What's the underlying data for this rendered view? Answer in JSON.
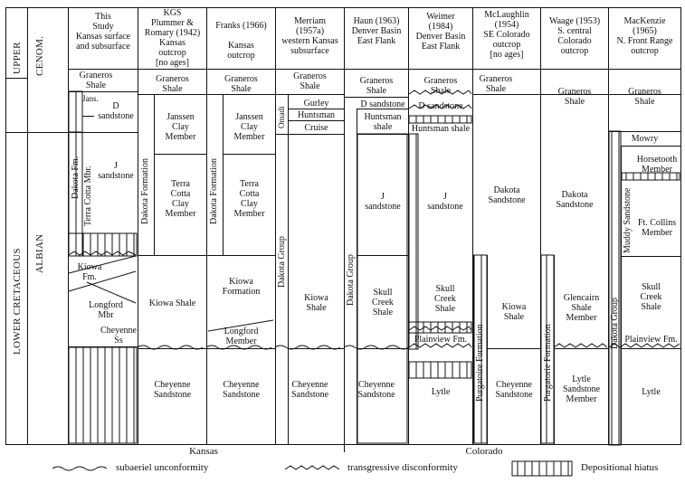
{
  "headers": [
    "This\nStudy\nKansas surface\nand subsurface",
    "KGS\nPlummer &\nRomary (1942)\nKansas\noutcrop\n[no ages]",
    "Franks (1966)\n\nKansas\noutcrop",
    "Merriam\n(1957a)\nwestern Kansas\nsubsurface",
    "Haun (1963)\nDenver Basin\nEast Flank",
    "Weimer\n(1984)\nDenver Basin\nEast Flank",
    "McLaughlin\n(1954)\nSE Colorado\noutcrop\n[no ages]",
    "Waage (1953)\nS. central\nColorado\noutcrop",
    "MacKenzie\n(1965)\nN. Front Range\noutcrop"
  ],
  "age": {
    "upper": "UPPER",
    "cenom": "CENOM.",
    "lower": "LOWER CRETACEOUS",
    "albian": "ALBIAN"
  },
  "units": {
    "c1_graneros": "Graneros\nShale",
    "c1_jans": "Jans.",
    "c1_d": "D\nsandstone",
    "c1_dakota": "Dakota Fm.",
    "c1_terra": "Terra Cotta Mbr.",
    "c1_j": "J\nsandstone",
    "c1_kiowa": "Kiowa\nFm.",
    "c1_longford": "Longford\nMbr",
    "c1_cheyenne": "Cheyenne\nSs",
    "c2_graneros": "Graneros\nShale",
    "c2_dakota": "Dakota Formation",
    "c2_janssen": "Janssen\nClay\nMember",
    "c2_terra": "Terra\nCotta\nClay\nMember",
    "c2_kiowa": "Kiowa Shale",
    "c2_cheyenne": "Cheyenne\nSandstone",
    "c3_graneros": "Graneros\nShale",
    "c3_dakota": "Dakota Formation",
    "c3_janssen": "Janssen\nClay\nMember",
    "c3_terra": "Terra\nCotta\nClay\nMember",
    "c3_kiowa": "Kiowa\nFormation",
    "c3_longford": "Longford\nMember",
    "c3_cheyenne": "Cheyenne\nSandstone",
    "c4_graneros": "Graneros\nShale",
    "c4_omadi": "Omadi",
    "c4_gurley": "Gurley",
    "c4_huntsman": "Huntsman",
    "c4_cruise": "Cruise",
    "c4_group": "Dakota Group",
    "c4_kiowa": "Kiowa\nShale",
    "c4_cheyenne": "Cheyenne\nSandstone",
    "c5_graneros": "Graneros\nShale",
    "c5_d": "D sandstone",
    "c5_huntsman": "Huntsman\nshale",
    "c5_group": "Dakota Group",
    "c5_j": "J\nsandstone",
    "c5_skull": "Skull\nCreek\nShale",
    "c5_cheyenne": "Cheyenne\nSandstone",
    "c6_graneros": "Graneros\nShale",
    "c6_d": "D sandstone",
    "c6_huntsman": "Huntsman shale",
    "c6_j": "J\nsandstone",
    "c6_skull": "Skull\nCreek\nShale",
    "c6_plainview": "Plainview Fm.",
    "c6_lytle": "Lytle",
    "c7_graneros": "Graneros\nShale",
    "c7_dakota": "Dakota\nSandstone",
    "c7_purg": "Purgatoire Formation",
    "c7_kiowa": "Kiowa\nShale",
    "c7_cheyenne": "Cheyenne\nSandstone",
    "c8_graneros": "Graneros\nShale",
    "c8_dakota": "Dakota\nSandstone",
    "c8_purg": "Purgatorie Formation",
    "c8_glen": "Glencairn\nShale\nMember",
    "c8_lytle": "Lytle\nSandstone\nMember",
    "c9_graneros": "Graneros\nShale",
    "c9_mowry": "Mowry",
    "c9_muddy": "Muddy Sandstone",
    "c9_horse": "Horsetooth\nMember",
    "c9_ftc": "Ft. Collins\nMember",
    "c9_group": "Dakota Group",
    "c9_skull": "Skull\nCreek\nShale",
    "c9_plainview": "Plainview Fm.",
    "c9_lytle": "Lytle"
  },
  "states": {
    "kansas": "Kansas",
    "colorado": "Colorado"
  },
  "legend": {
    "subaerial": "subaeriel unconformity",
    "transgressive": "transgressive disconformity",
    "hiatus": "Depositional hiatus"
  }
}
